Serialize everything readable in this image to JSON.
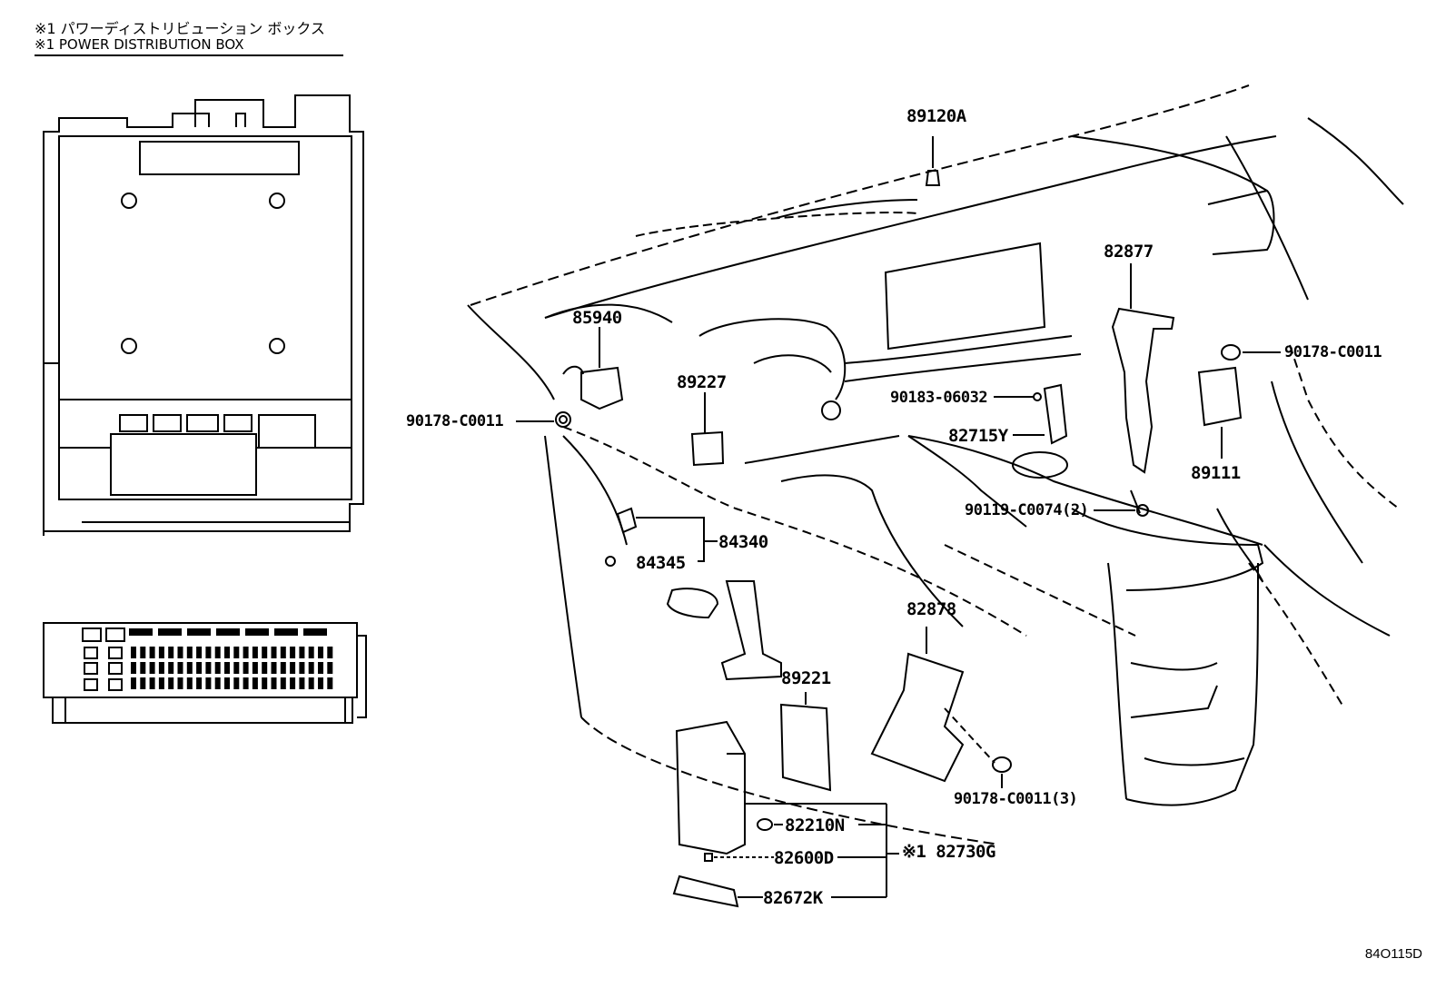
{
  "title": {
    "jp": "※1 パワーディストリビューション ボックス",
    "en": "※1 POWER DISTRIBUTION BOX"
  },
  "doc_id": "84O115D",
  "parts": {
    "p89120A": "89120A",
    "p85940": "85940",
    "p89227": "89227",
    "p90178_left": "90178-C0011",
    "p90183": "90183-06032",
    "p82715Y": "82715Y",
    "p82877": "82877",
    "p90178_right": "90178-C0011",
    "p89111": "89111",
    "p90119": "90119-C0074(2)",
    "p84340": "84340",
    "p84345": "84345",
    "p82878": "82878",
    "p89221": "89221",
    "p90178_bottom": "90178-C0011(3)",
    "p82210N": "82210N",
    "p82600D": "82600D",
    "p82672K": "82672K",
    "p82730G": "※1 82730G"
  }
}
